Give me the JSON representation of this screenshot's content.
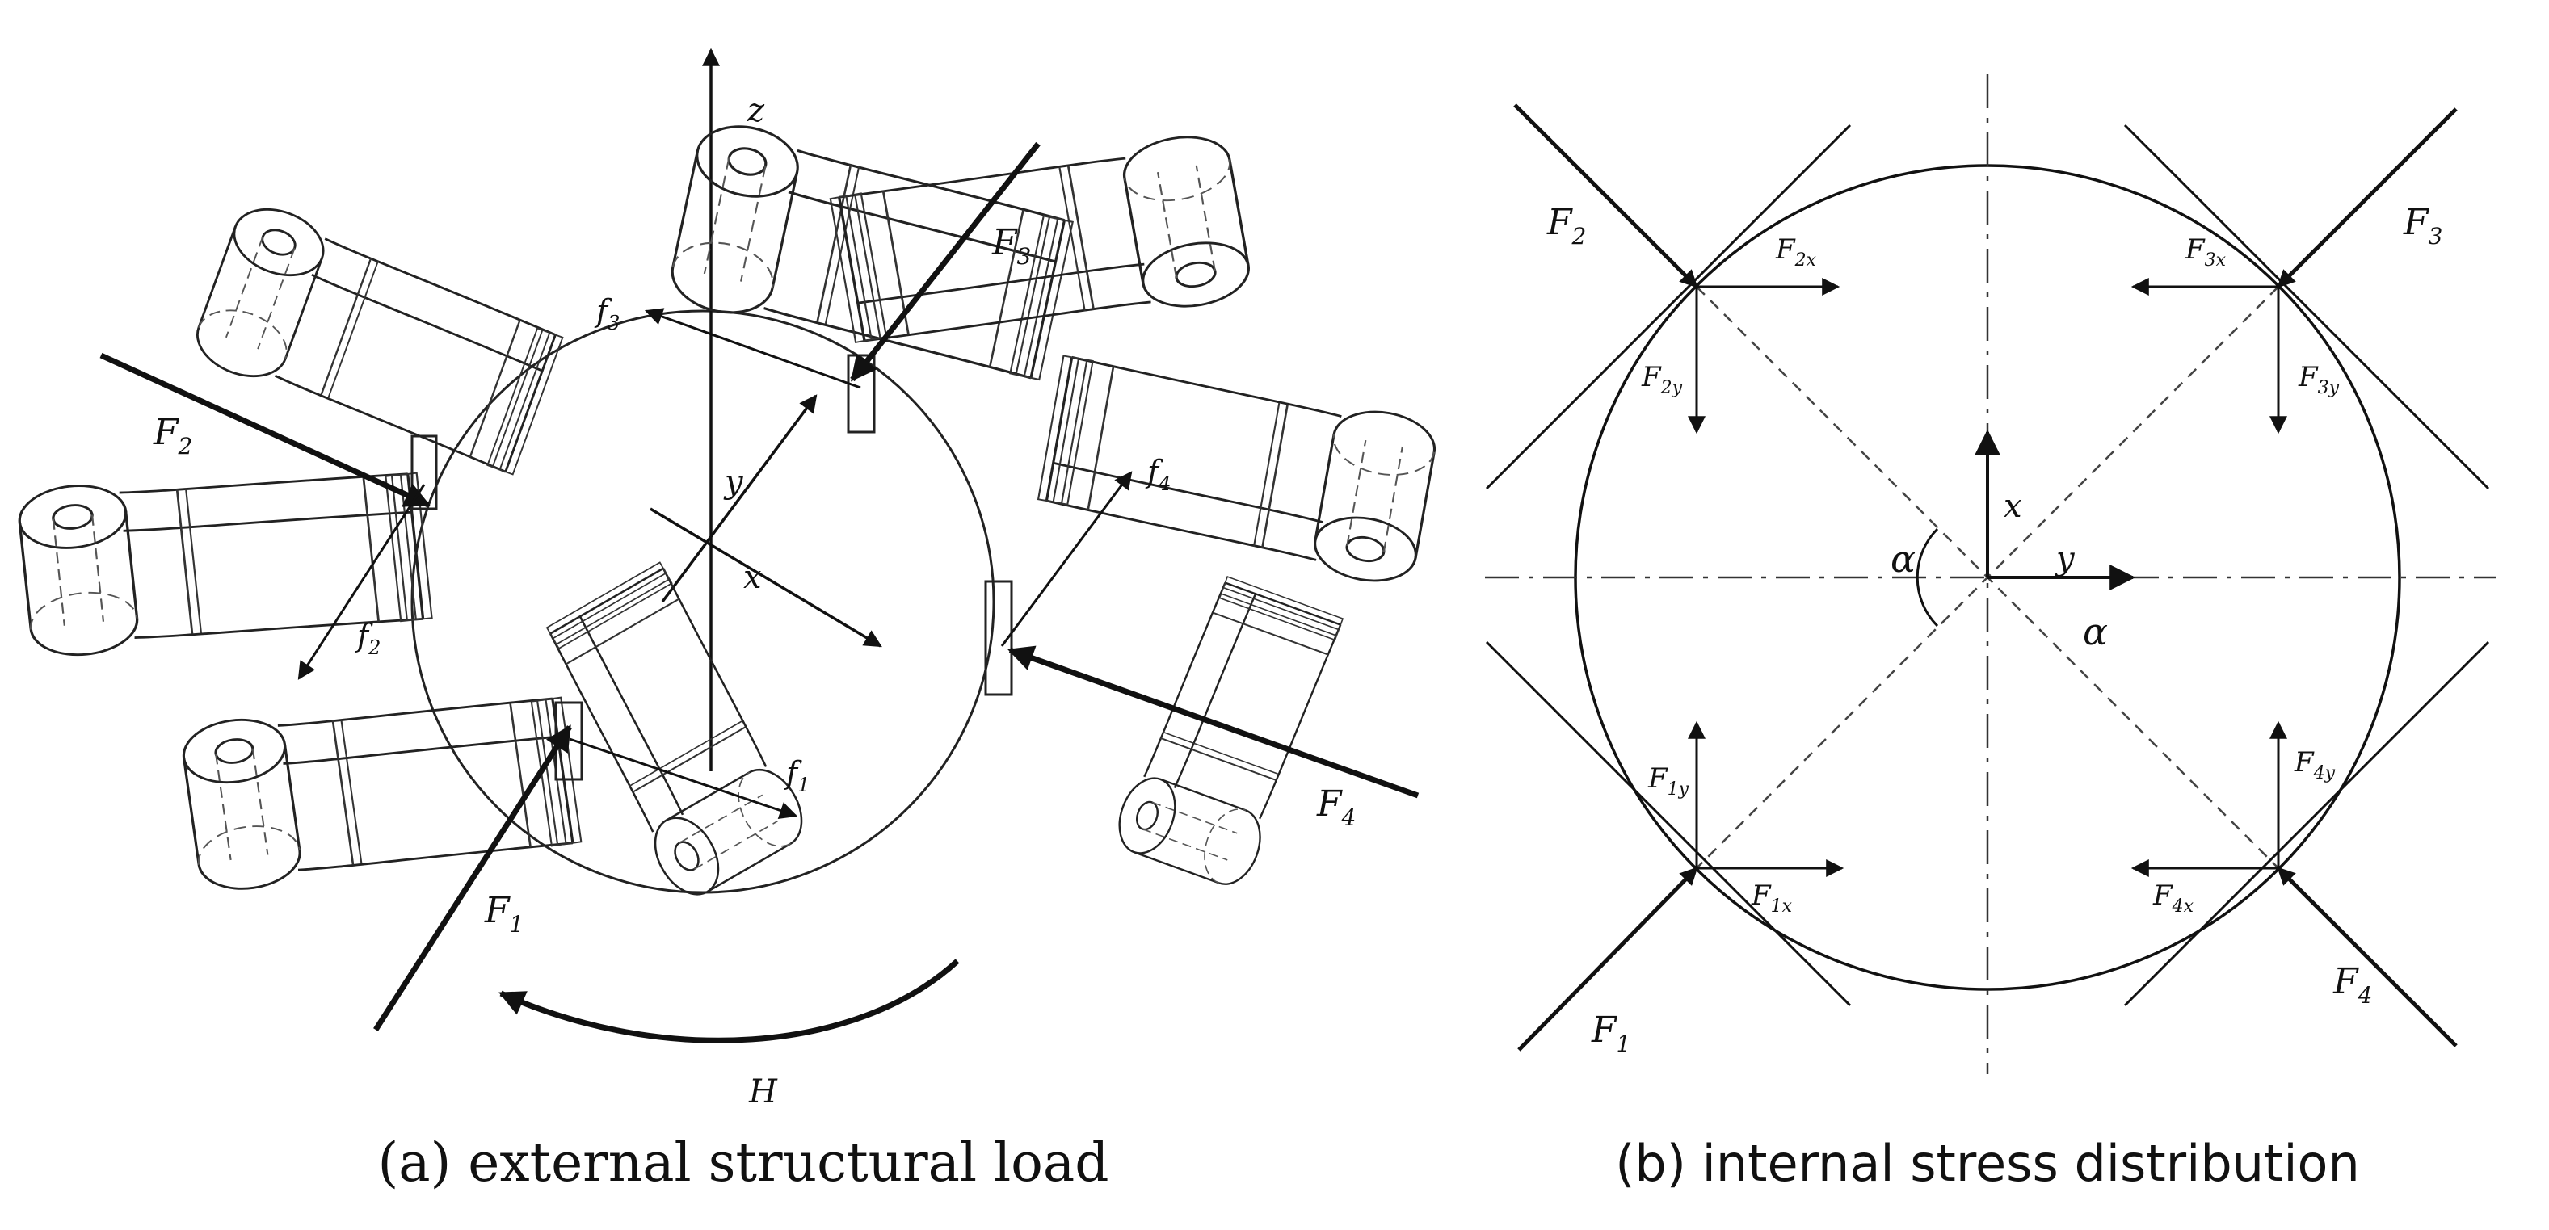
{
  "panel_a": {
    "caption": "(a) external structural load",
    "axis_labels": {
      "z": "z",
      "y": "y",
      "x": "x"
    },
    "forces": [
      "F",
      "F",
      "F",
      "F"
    ],
    "force_subs": [
      "1",
      "2",
      "3",
      "4"
    ],
    "friction": [
      "f",
      "f",
      "f",
      "f"
    ],
    "moment": "H"
  },
  "panel_b": {
    "caption": "(b) internal stress distribution",
    "axis_labels": {
      "x": "x",
      "y": "y"
    },
    "angle": "α",
    "F": "F",
    "subs": {
      "F1": "1",
      "F2": "2",
      "F3": "3",
      "F4": "4",
      "F1x": "1x",
      "F1y": "1y",
      "F2x": "2x",
      "F2y": "2y",
      "F3x": "3x",
      "F3y": "3y",
      "F4x": "4x",
      "F4y": "4y"
    }
  },
  "colors": {
    "ink": "#111111",
    "background": "#ffffff"
  }
}
